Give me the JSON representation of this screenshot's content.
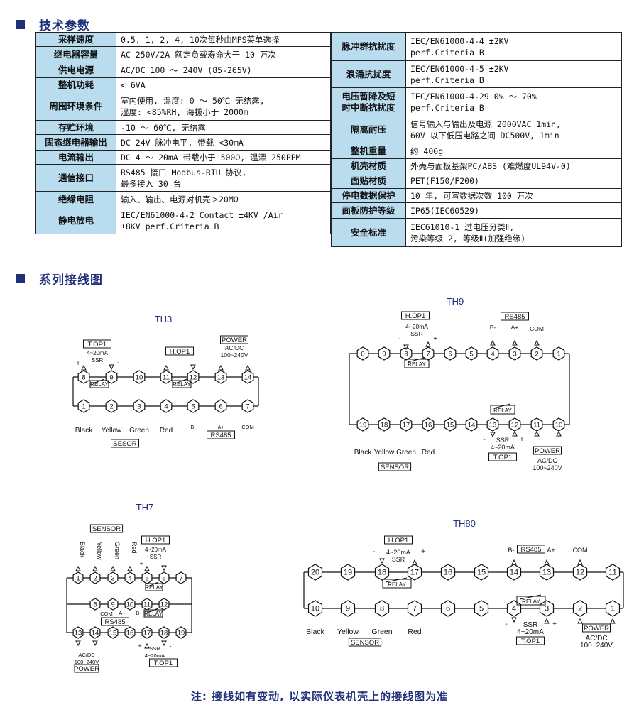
{
  "sections": {
    "spec_title": "技术参数",
    "wiring_title": "系列接线图"
  },
  "spec_left": [
    {
      "key": "采样速度",
      "value": "0.5, 1, 2, 4, 10次每秒由MPS菜单选择"
    },
    {
      "key": "继电器容量",
      "value": "AC 250V/2A 额定负载寿命大于 10 万次"
    },
    {
      "key": "供电电源",
      "value": "AC/DC 100 ～ 240V (85-265V)"
    },
    {
      "key": "整机功耗",
      "value": "< 6VA"
    },
    {
      "key": "周围环境条件",
      "value": "室内使用, 温度: 0 ～ 50℃ 无结露,\n湿度: <85%RH, 海拔小于 2000m"
    },
    {
      "key": "存贮环境",
      "value": "-10 ～ 60℃, 无结露"
    },
    {
      "key": "固态继电器输出",
      "value": "DC 24V 脉冲电平, 带载 <30mA"
    },
    {
      "key": "电流输出",
      "value": "DC 4 ～ 20mA 带载小于 500Ω, 温漂 250PPM"
    },
    {
      "key": "通信接口",
      "value": "RS485 接口  Modbus-RTU 协议,\n最多接入 30 台"
    },
    {
      "key": "绝缘电阻",
      "value": "输入、输出、电源对机壳＞20MΩ"
    },
    {
      "key": "静电放电",
      "value": "IEC/EN61000-4-2   Contact ±4KV /Air\n±8KV perf.Criteria B"
    }
  ],
  "spec_right": [
    {
      "key": "脉冲群抗扰度",
      "value": "IEC/EN61000-4-4   ±2KV\nperf.Criteria B"
    },
    {
      "key": "浪涌抗扰度",
      "value": "IEC/EN61000-4-5   ±2KV\nperf.Criteria B"
    },
    {
      "key": "电压暂降及短\n时中断抗扰度",
      "value": "IEC/EN61000-4-29   0% ～ 70%\nperf.Criteria B"
    },
    {
      "key": "隔离耐压",
      "value": "信号输入与输出及电源 2000VAC 1min,\n60V 以下低压电路之间 DC500V, 1min"
    },
    {
      "key": "整机重量",
      "value": "约 400g"
    },
    {
      "key": "机壳材质",
      "value": "外壳与面板基架PC/ABS (难燃度UL94V-0)"
    },
    {
      "key": "面贴材质",
      "value": "PET(F150/F200)"
    },
    {
      "key": "停电数据保护",
      "value": "10 年, 可写数据次数 100 万次"
    },
    {
      "key": "面板防护等级",
      "value": "IP65(IEC60529)"
    },
    {
      "key": "安全标准",
      "value": "IEC61010-1  过电压分类Ⅱ,\n污染等级 2, 等级Ⅱ(加强绝缘)"
    }
  ],
  "diagrams": {
    "th3": {
      "title": "TH3",
      "top_pins": [
        "8",
        "9",
        "10",
        "11",
        "12",
        "13",
        "14"
      ],
      "bottom_pins": [
        "1",
        "2",
        "3",
        "4",
        "5",
        "6",
        "7"
      ],
      "tags": {
        "top_op": "T.OP1",
        "top_spec": "4~20mA\nSSR",
        "hop": "H.OP1",
        "power": "POWER",
        "power_spec": "AC/DC\n100~240V",
        "relay": "RELAY",
        "rs485": "RS485",
        "sensor": "SESOR"
      },
      "bottom_labels": [
        "Black",
        "Yellow",
        "Green",
        "Red",
        "B-",
        "A+",
        "COM"
      ]
    },
    "th9": {
      "title": "TH9",
      "top_pins": [
        "0",
        "9",
        "8",
        "7",
        "6",
        "5",
        "4",
        "3",
        "2",
        "1"
      ],
      "bottom_pins": [
        "19",
        "18",
        "17",
        "16",
        "15",
        "14",
        "13",
        "12",
        "11",
        "10"
      ],
      "tags": {
        "hop": "H.OP1",
        "hop_spec": "4~20mA\nSSR",
        "rs485": "RS485",
        "b_minus": "B-",
        "a_plus": "A+",
        "com": "COM",
        "relay": "RELAY",
        "top": "T.OP1",
        "top_spec": "SSR\n4~20mA",
        "power": "POWER",
        "power_spec": "AC/DC\n100~240V",
        "sensor": "SENSOR"
      },
      "bottom_labels": [
        "Black",
        "Yellow",
        "Green",
        "Red"
      ]
    },
    "th7": {
      "title": "TH7",
      "row1_pins": [
        "1",
        "2",
        "3",
        "4",
        "5",
        "6",
        "7"
      ],
      "row2_pins": [
        "8",
        "9",
        "10",
        "11",
        "12"
      ],
      "row3_pins": [
        "13",
        "14",
        "15",
        "16",
        "17",
        "18",
        "19"
      ],
      "tags": {
        "sensor": "SENSOR",
        "hop": "H.OP1",
        "hop_spec": "4~20mA\nSSR",
        "relay": "RELAY",
        "com": "COM",
        "a_plus": "A+",
        "b_minus": "B-",
        "rs485": "RS485",
        "power": "POWER",
        "power_spec": "AC/DC\n100~240V",
        "top": "T.OP1",
        "top_spec": "SSR\n4~20mA"
      },
      "vertical_labels": [
        "Black",
        "Yellow",
        "Green",
        "Red"
      ]
    },
    "th80": {
      "title": "TH80",
      "top_pins": [
        "20",
        "19",
        "18",
        "17",
        "16",
        "15",
        "14",
        "13",
        "12",
        "11"
      ],
      "bottom_pins": [
        "10",
        "9",
        "8",
        "7",
        "6",
        "5",
        "4",
        "3",
        "2",
        "1"
      ],
      "tags": {
        "hop": "H.OP1",
        "hop_spec": "4~20mA\nSSR",
        "b_minus": "B-",
        "rs485": "RS485",
        "a_plus": "A+",
        "com": "COM",
        "relay": "RELAY",
        "top": "T.OP1",
        "top_spec": "SSR\n4~20mA",
        "power": "POWER",
        "power_spec": "AC/DC\n100~240V",
        "sensor": "SENSOR"
      },
      "bottom_labels": [
        "Black",
        "Yellow",
        "Green",
        "Red"
      ]
    }
  },
  "footnote": "注: 接线如有变动, 以实际仪表机壳上的接线图为准"
}
